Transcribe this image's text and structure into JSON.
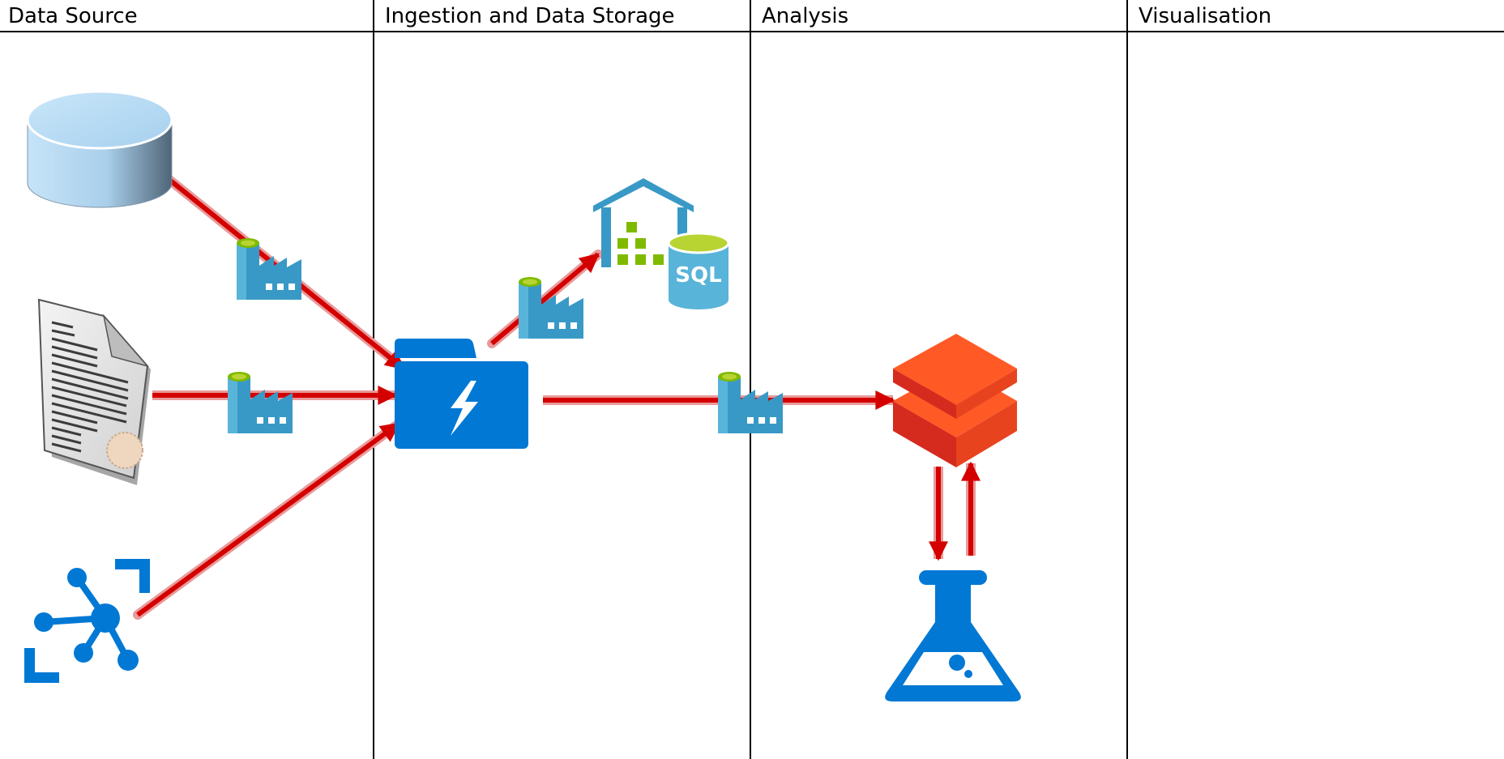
{
  "lanes": [
    {
      "title": "Data Source"
    },
    {
      "title": "Ingestion and Data Storage"
    },
    {
      "title": "Analysis"
    },
    {
      "title": "Visualisation"
    }
  ],
  "icons": {
    "database": "database-icon",
    "document": "certificate-document-icon",
    "iot_hub": "iot-hub-icon",
    "data_factory": "data-factory-icon",
    "data_lake": "data-lake-storage-icon",
    "sql_dw": "sql-data-warehouse-icon",
    "databricks": "databricks-icon",
    "ml_lab": "machine-learning-flask-icon"
  },
  "sql_label": "SQL",
  "colors": {
    "arrow": "#d40000",
    "azure_blue": "#0078d4",
    "factory_blue": "#3999c6",
    "factory_light": "#59b4d9",
    "cylinder_top": "#b8ddf5",
    "databricks_orange": "#ff5a26",
    "databricks_red": "#d52b1e",
    "green": "#7fba00"
  }
}
